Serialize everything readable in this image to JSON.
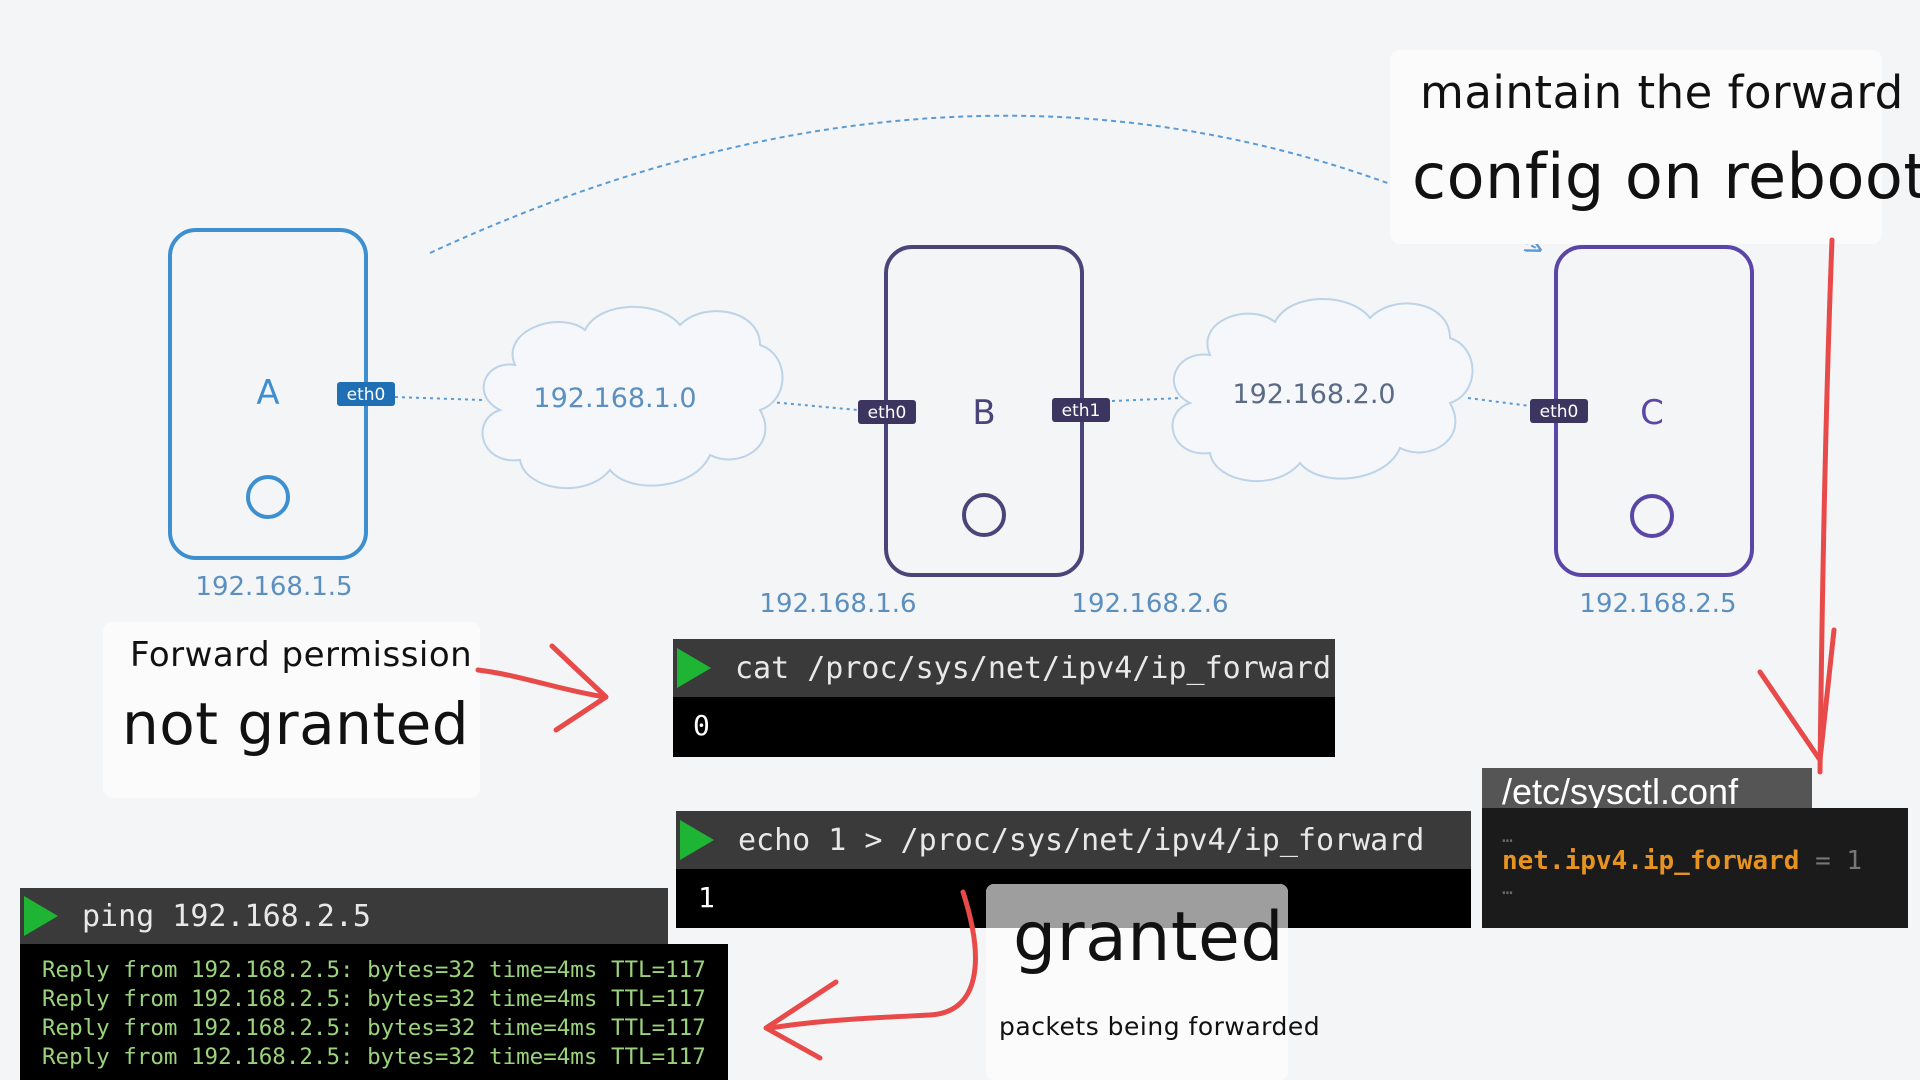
{
  "hosts": [
    {
      "name": "A",
      "ip": "192.168.1.5",
      "color": "#3d8fd0"
    },
    {
      "name": "B",
      "ip_left": "192.168.1.6",
      "ip_right": "192.168.2.6",
      "color": "#4a4478"
    },
    {
      "name": "C",
      "ip": "192.168.2.5",
      "color": "#5b46a8"
    }
  ],
  "interfaces": {
    "a_eth0": "eth0",
    "b_eth0": "eth0",
    "b_eth1": "eth1",
    "c_eth0": "eth0"
  },
  "networks": [
    "192.168.1.0",
    "192.168.2.0"
  ],
  "ip_color": "#5b8fbf",
  "notes": {
    "reboot_line1": "maintain the forward",
    "reboot_line2": "config on reboot",
    "permission_line1": "Forward permission",
    "permission_line2": "not granted",
    "granted_title": "granted",
    "granted_sub": "packets being forwarded"
  },
  "terminals": {
    "cat": {
      "command": "cat /proc/sys/net/ipv4/ip_forward",
      "output": "0"
    },
    "echo": {
      "command": "echo 1 > /proc/sys/net/ipv4/ip_forward",
      "output": "1"
    },
    "ping": {
      "command": "ping 192.168.2.5",
      "lines": [
        "Reply from 192.168.2.5: bytes=32 time=4ms TTL=117",
        "Reply from 192.168.2.5: bytes=32 time=4ms TTL=117",
        "Reply from 192.168.2.5: bytes=32 time=4ms TTL=117",
        "Reply from 192.168.2.5: bytes=32 time=4ms TTL=117"
      ]
    }
  },
  "sysctl": {
    "filename": "/etc/sysctl.conf",
    "dots_top": "…",
    "key": "net.ipv4.ip_forward",
    "eq": "=",
    "value": "1",
    "dots_bottom": "…"
  },
  "colors": {
    "arrow_red": "#e84a4a",
    "play_green": "#1fb534",
    "config_key": "#e69322",
    "ping_text": "#9ad37c"
  }
}
